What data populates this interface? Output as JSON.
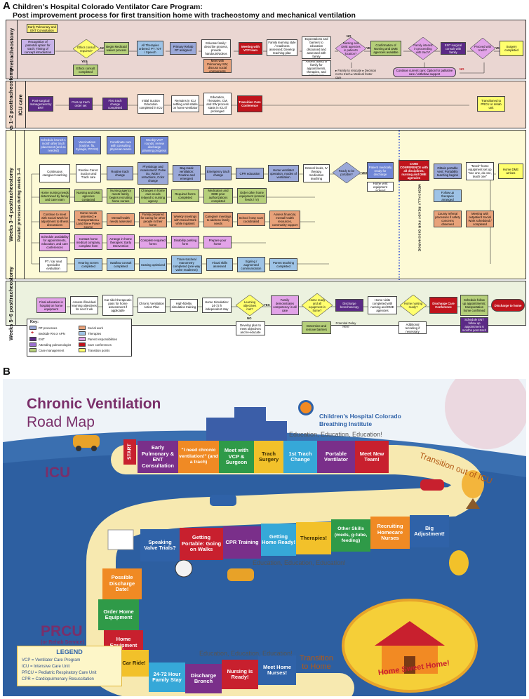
{
  "panel_a": {
    "label": "A",
    "title_1": "Children's Hospital Colorado Ventilator Care Program:",
    "title_2": "Post improvement process for first transition home with tracheostomy and mechanical ventilation",
    "lanes": {
      "pre": "Pretracheostomy",
      "w12": "Weeks 1–2 posttracheostomy",
      "icu": "ICU care",
      "w34": "Weeks 3–4 posttracheostomy",
      "parallel": "Parallel processes during weeks 3–4",
      "w56": "Weeks 5–6 posttracheostomy"
    },
    "pre": {
      "early": "Early Pulmonary and ENT Consultation",
      "recog": "Recognition of potential option for trach; Timing of concept introduction",
      "ethics_q": "Ethics consult required?",
      "no1": "NO",
      "yes1": "YES",
      "ethics_c": "Ethics consult completed",
      "medicaid": "Begin Medicaid waiver process",
      "therapies": "All Therapies ordered: PT / OT / Speech",
      "rehab": "Primary Rehab RT assigned",
      "educate": "Educate family: describe process, provide handouts/videos",
      "meet_sw": "Meet with Pulmonary SW; discuss social components",
      "vcp": "Meeting with VCP team",
      "family": "Family learning style / readiness assessed; Develop teaching plan",
      "expect": "Expectations and barriers to education discussed and assessed with family",
      "assess": "Assess ability of family for appointments, therapies, and patient care",
      "nursing_q": "Nursing and DME agencies in patient's location?",
      "no2": "NO",
      "yes2": "YES",
      "confirm": "Confirmation of Nursing and DME agencies available",
      "interest_q": "Family interest in proceeding with trach?",
      "ent_consult": "ENT surgical consult with family",
      "proceed_q": "Proceed with trach?",
      "yes3": "YES",
      "no3": "NO",
      "surgery": "Surgery completed",
      "relocate": "▸ Family to relocate ▸ Decision not to trach ▸ Medical foster care",
      "continue": "Continue current care; Option for palliative care / withdraw support"
    },
    "w12": {
      "postsurg": "Post-surgical management by ENT",
      "postup": "Post-op trach order set",
      "first_change": "First trach change completed",
      "suction": "Initial Suction Education completed in ICU",
      "remains": "Remains in ICU settling until stable on home ventilator",
      "edu": "Education, Therapies, CM, and SW process starts in ICU if prolonged",
      "tcc": "Transition Care Conference",
      "transfer": "Transitioned to PRCU or rehab unit"
    },
    "w34": {
      "top1": "Schedule bronch 1 month after trach placement (and as needed)",
      "top2": "Vaccinations (routine, flu, Synagis, PPV23)",
      "top3": "Coordinate care with consulting physician teams",
      "top4": "Weekly VCP rounds; review discharge planning progress",
      "r1": [
        "Continuous caregiver teaching",
        "Routine Cares: Suction and Trach care",
        "Routine trach change",
        "Physiology and Assessment: Pulse Ox, WOB / retractions, Color change",
        "Bag-mask ventilation: Routine and emergent",
        "Emergency trach change",
        "CPR education",
        "Home ventilator operation, modes of ventilation",
        "Enteral feeds, IV therapy, medication teaching"
      ],
      "ready_q": "Ready to be portable?",
      "yes4": "YES",
      "patient_ready": "Patient medically ready for discharge",
      "home_vent": "Home vent equipment ordered",
      "care_conf": "CARE CONFERENCE with all disciplines, nursing and DME agencies",
      "obtain": "Obtain portable vent; Portability teaching begins",
      "mock": "\"Mock\" home equipment set up \"see one, do one, teach one\"",
      "dme_arrives": "Home DME arrives",
      "r2": [
        "Home nursing needs determined by family and care team",
        "Nursing and DME agencies contacted",
        "Nursing agency meets family, begins recruiting home nurses",
        "Changes in home care needs relayed to nursing agency",
        "Required forms completed",
        "Medication and DME prior authorizations completed",
        "Order other home equipment (enteral feeds / IV)"
      ],
      "follow_up": "Follow up therapies arranged",
      "r3": [
        "Continue to meet with Social Work for adjustment to illness discussions",
        "Home needs assessed: ▸ Transportation ▸ Land line ▸ Power source",
        "Mental health needs assessed",
        "Family prepared for caring for other people in their home",
        "Weekly meetings with Social Work while inpatient",
        "Caregiver meetings to address family needs",
        "School / Day Care coordinated",
        "Assess financial, mental health resources, community support"
      ],
      "county": "County referral processes if safety concerns observed",
      "outpatient": "Meeting with outpatient Social Work scheduled / completed",
      "r4": [
        "Schedule availability for appointments, education, and care conferences",
        "Contact home medical company, complete form",
        "Arrange in-home therapies: Early Intervention",
        "Complete required forms",
        "Disability parking form",
        "Prepare your home"
      ],
      "r5": [
        "PT / car seat specialist evaluation",
        "Hearing screen completed",
        "Swallow consult completed",
        "Seating optimized",
        "Trans-tracheal manometry completed (one-way valve readiness)",
        "Visual skills assessed",
        "Signing / augmented communication",
        "Parent teaching completed"
      ],
      "vertical": "MEDICALLY READY FOR DISCHARGE"
    },
    "w56": {
      "final_ed": "Final education in hospital on home equipment",
      "assess_ind": "Assess if/invidual learning objectives for next 2 wk",
      "car_ride": "Car ride/ therapeutic pass for home assessment if applicable",
      "chronic": "Chronic Ventilation Action Plan",
      "high_fid": "High-fidelity simulation training",
      "home_sim": "Home Simulation: 24-72 h independent stay",
      "learning_q": "Learning objectives met?",
      "yes5": "YES",
      "no5": "NO",
      "develop": "Develop plan to meet objectives and re-educate",
      "family_demo": "Family demonstrates competency in all care",
      "home_ready_q": "Home ready and all equipment in home?",
      "determine": "Determine and remove barriers",
      "potential": "Potential Delay Here",
      "discharge_bronch": "Discharge bronchoscopy",
      "home_visits": "Home visits completed with nursing and DME agencies",
      "nursing_ready_q": "Home nursing ready?",
      "additional": "Additional recruiting if necessary",
      "dcc": "Discharge Care Conference",
      "schedule_follow": "Schedule follow up appointments; transportation home confirmed",
      "schedule_ent": "Schedule ENT follow up appointment 6 months post-trach",
      "discharge_home": "Discharge to home"
    },
    "key": {
      "title": "Key:",
      "items": [
        {
          "label": "RT processes",
          "color": "#9aa8d8"
        },
        {
          "label": "Bedside RN or APN",
          "icon": "red-cross"
        },
        {
          "label": "ENT",
          "color": "#5b2a86"
        },
        {
          "label": "Attending pulmonologist",
          "color": "#9b6fd0"
        },
        {
          "label": "Case management",
          "color": "#b5cf7a"
        },
        {
          "label": "Social work",
          "color": "#e8a27a"
        },
        {
          "label": "Therapies",
          "color": "#9ec3e6"
        },
        {
          "label": "Parent responsibilities",
          "color": "#e2a3e8"
        },
        {
          "label": "Care conferences",
          "color": "#c0141c"
        },
        {
          "label": "Transition points",
          "color": "#ffff6e"
        }
      ]
    },
    "colors": {
      "pre_bg": "#ead6d2",
      "w12_bg": "#f3dccd",
      "w34_bg": "#fdfad6",
      "w56_bg": "#ecf2df"
    }
  },
  "panel_b": {
    "label": "B",
    "title_1": "Chronic Ventilation",
    "title_2": "Road Map",
    "logo_1": "Children's Hospital Colorado",
    "logo_2": "Breathing Institute",
    "start": "START",
    "icu": "ICU",
    "prcu": "PRCU",
    "prcu_sub": "(or Rehab Service)",
    "edu1": "Education, Education, Education!",
    "edu2": "Education, Education, Education!",
    "edu3": "Education, Education, Education!",
    "transition_icu": "Transition out of ICU",
    "transition_home": "Transition to Home",
    "home_sweet": "Home Sweet Home!",
    "row1": [
      {
        "text": "Early Pulmonary & ENT Consultation",
        "color": "#7a2f8a"
      },
      {
        "text": "\"I need chronic ventilation!\" (and a trach)",
        "color": "#f08a24"
      },
      {
        "text": "Meet with VCP & Surgeon",
        "color": "#2f9a48"
      },
      {
        "text": "Trach Surgery",
        "color": "#f2c12a"
      },
      {
        "text": "1st Trach Change",
        "color": "#36a8d8"
      },
      {
        "text": "Portable Ventilator",
        "color": "#7a2f8a"
      },
      {
        "text": "Meet New Team!",
        "color": "#c8202e"
      }
    ],
    "row2": [
      {
        "text": "Speaking Valve Trials?",
        "color": "#2f62a8"
      },
      {
        "text": "Getting Portable: Going on Walks",
        "color": "#c8202e"
      },
      {
        "text": "CPR Training",
        "color": "#7a2f8a"
      },
      {
        "text": "Getting Home Ready!",
        "color": "#36a8d8"
      },
      {
        "text": "Therapies!",
        "color": "#f2c12a"
      },
      {
        "text": "Other Skills (meds, g-tube, feeding)",
        "color": "#2f9a48"
      },
      {
        "text": "Recruiting Homecare Nurses",
        "color": "#f08a24"
      },
      {
        "text": "Big Adjustment!",
        "color": "#2f62a8"
      }
    ],
    "side": [
      {
        "text": "Possible Discharge Date!",
        "color": "#f08a24"
      },
      {
        "text": "Order Home Equipment",
        "color": "#2f9a48"
      },
      {
        "text": "Home Equipment Arrives",
        "color": "#c8202e"
      },
      {
        "text": "Car Ride!",
        "color": "#f2c12a"
      }
    ],
    "row3": [
      {
        "text": "24-72 Hour Family Stay",
        "color": "#36a8d8"
      },
      {
        "text": "Discharge Bronch",
        "color": "#7a2f8a"
      },
      {
        "text": "Nursing is Ready!",
        "color": "#c8202e"
      },
      {
        "text": "Meet Home Nurses!",
        "color": "#2f62a8"
      }
    ],
    "legend": {
      "title": "LEGEND",
      "lines": [
        "VCP = Ventilator Care Program",
        "ICU = Intensive Care Unit",
        "PRCU = Pediatric Respiratory Care Unit",
        "CPR = Cardiopulmonary Resuscitation"
      ]
    }
  }
}
